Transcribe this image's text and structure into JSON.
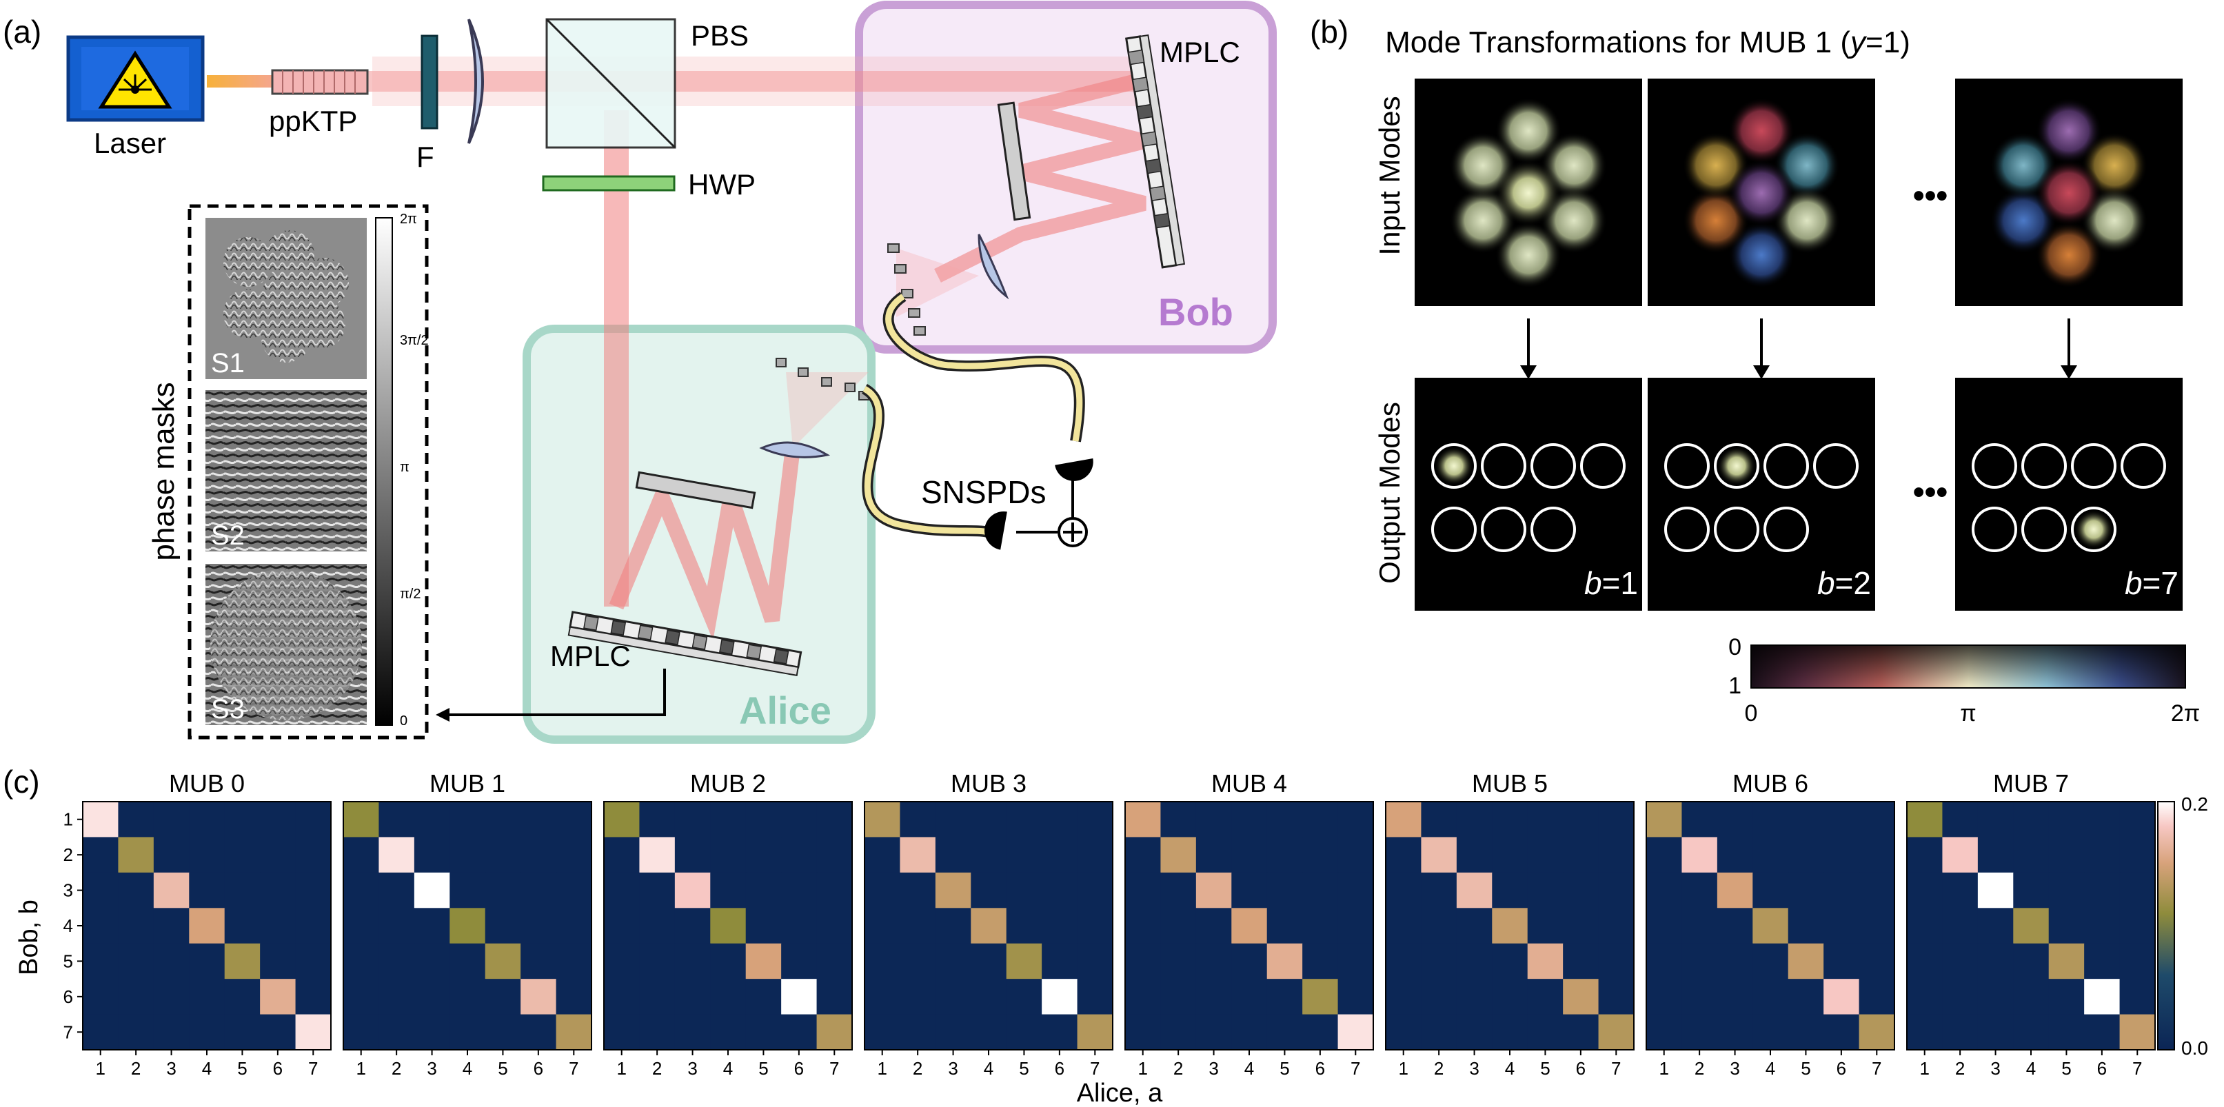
{
  "panels": {
    "a": "(a)",
    "b": "(b)",
    "c": "(c)"
  },
  "setup": {
    "laser": "Laser",
    "ppktp": "ppKTP",
    "filter": "F",
    "pbs": "PBS",
    "hwp": "HWP",
    "mplc_bob": "MPLC",
    "mplc_alice": "MPLC",
    "bob": "Bob",
    "alice": "Alice",
    "detectors": "SNSPDs",
    "coincidence": "⊕"
  },
  "phase_masks": {
    "title": "phase masks",
    "masks": [
      "S1",
      "S2",
      "S3"
    ],
    "colorbar_ticks": [
      "2π",
      "3π/2",
      "π",
      "π/2",
      "0"
    ]
  },
  "panel_b": {
    "title_prefix": "Mode Transformations for MUB 1 (",
    "title_var": "y",
    "title_suffix": "=1)",
    "input_label": "Input Modes",
    "output_label": "Output Modes",
    "ellipsis": "•••",
    "outcomes": [
      {
        "var": "b",
        "value": "=1",
        "bright_index": 1
      },
      {
        "var": "b",
        "value": "=2",
        "bright_index": 2
      },
      {
        "var": "b",
        "value": "=7",
        "bright_index": 7
      }
    ],
    "colorbar": {
      "amplitude_ticks": [
        "0",
        "1"
      ],
      "phase_ticks": [
        "0",
        "π",
        "2π"
      ]
    }
  },
  "panel_c": {
    "xlabel": "Alice, a",
    "ylabel": "Bob, b",
    "ticks": [
      "1",
      "2",
      "3",
      "4",
      "5",
      "6",
      "7"
    ],
    "colorbar_ticks": [
      "0.2",
      "0.0"
    ],
    "vmax": 0.2,
    "colors": {
      "low": "#0b2555",
      "mid": "#8f8c3c",
      "high": "#ffffff"
    }
  },
  "chart_data": {
    "type": "heatmap",
    "xlabel": "Alice, a",
    "ylabel": "Bob, b",
    "x": [
      1,
      2,
      3,
      4,
      5,
      6,
      7
    ],
    "y": [
      1,
      2,
      3,
      4,
      5,
      6,
      7
    ],
    "zlim": [
      0.0,
      0.2
    ],
    "colorbar_ticks": [
      0.0,
      0.2
    ],
    "offdiag_approx": 0.003,
    "series": [
      {
        "name": "MUB 0",
        "diagonal": [
          0.19,
          0.12,
          0.17,
          0.15,
          0.12,
          0.16,
          0.19
        ]
      },
      {
        "name": "MUB 1",
        "diagonal": [
          0.11,
          0.19,
          0.2,
          0.11,
          0.12,
          0.17,
          0.13
        ]
      },
      {
        "name": "MUB 2",
        "diagonal": [
          0.11,
          0.19,
          0.18,
          0.11,
          0.15,
          0.2,
          0.13
        ]
      },
      {
        "name": "MUB 3",
        "diagonal": [
          0.13,
          0.17,
          0.14,
          0.14,
          0.12,
          0.2,
          0.13
        ]
      },
      {
        "name": "MUB 4",
        "diagonal": [
          0.15,
          0.14,
          0.16,
          0.15,
          0.16,
          0.12,
          0.19
        ]
      },
      {
        "name": "MUB 5",
        "diagonal": [
          0.15,
          0.17,
          0.17,
          0.14,
          0.16,
          0.14,
          0.13
        ]
      },
      {
        "name": "MUB 6",
        "diagonal": [
          0.13,
          0.18,
          0.15,
          0.13,
          0.14,
          0.18,
          0.13
        ]
      },
      {
        "name": "MUB 7",
        "diagonal": [
          0.11,
          0.18,
          0.2,
          0.12,
          0.13,
          0.2,
          0.14
        ]
      }
    ]
  }
}
